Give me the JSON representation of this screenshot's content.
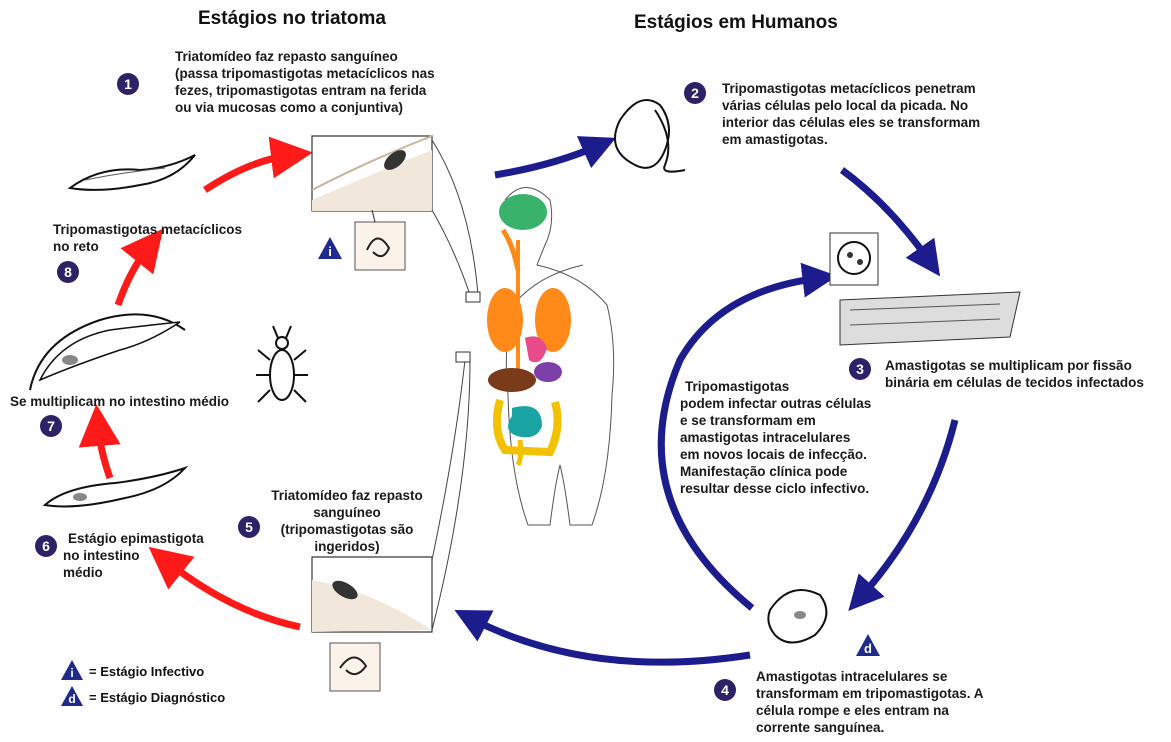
{
  "headings": {
    "left": "Estágios no triatoma",
    "right": "Estágios em Humanos"
  },
  "steps": {
    "s1": {
      "num": "1",
      "lines": [
        "Triatomídeo faz repasto sanguíneo",
        "(passa tripomastigotas metacíclicos nas",
        "fezes, tripomastigotas entram na ferida",
        "ou via mucosas como a conjuntiva)"
      ]
    },
    "s2": {
      "num": "2",
      "lines": [
        "Tripomastigotas metacíclicos penetram",
        "várias células pelo local da picada. No",
        "interior das células eles se transformam",
        "em amastigotas."
      ]
    },
    "s3": {
      "num": "3",
      "lines": [
        "Amastigotas se multiplicam por fissão",
        "binária em células de tecidos infectados"
      ]
    },
    "s4": {
      "num": "4",
      "lines": [
        "Amastigotas intracelulares se",
        "transformam em tripomastigotas. A",
        "célula rompe e eles entram na",
        "corrente sanguínea."
      ]
    },
    "s5": {
      "num": "5",
      "lines": [
        "Triatomídeo faz repasto",
        "sanguíneo",
        "(tripomastigotas são",
        "ingeridos)"
      ]
    },
    "s6": {
      "num": "6",
      "lines": [
        "Estágio epimastigota",
        "no intestino",
        "médio"
      ]
    },
    "s7": {
      "num": "7",
      "lines": [
        "Se multiplicam no intestino médio"
      ]
    },
    "s8": {
      "num": "8",
      "lines": [
        "Tripomastigotas metacíclicos",
        "no reto"
      ]
    }
  },
  "center_note": [
    "Tripomastigotas",
    "podem infectar outras células",
    "e se transformam em",
    "amastigotas intracelulares",
    "em novos locais de infecção.",
    "Manifestação clínica pode",
    "resultar desse ciclo infectivo."
  ],
  "markers": {
    "infective": "i",
    "diagnostic": "d"
  },
  "legend": {
    "infective": {
      "symbol": "i",
      "label": "= Estágio Infectivo"
    },
    "diagnostic": {
      "symbol": "d",
      "label": "= Estágio Diagnóstico"
    }
  },
  "colors": {
    "red_arrow": "#ff1a1a",
    "blue_arrow": "#1c1c8c",
    "step_circle": "#2e2266",
    "marker": "#1f2a8c"
  }
}
